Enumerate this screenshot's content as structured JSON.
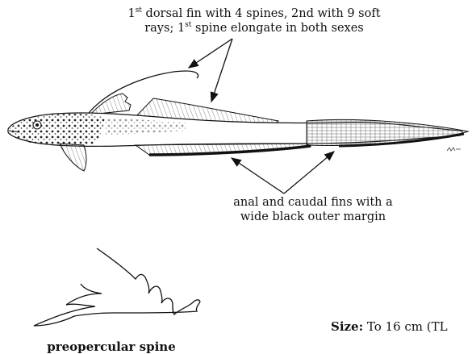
{
  "annotations": {
    "dorsal": {
      "line1_pre": "1",
      "line1_sup": "st",
      "line1_post": " dorsal fin with 4 spines, 2nd with 9 soft",
      "line2_pre": "rays; 1",
      "line2_sup": "st",
      "line2_post": "  spine elongate in both sexes"
    },
    "anal": {
      "line1": "anal and caudal fins with a",
      "line2": "wide  black outer margin"
    }
  },
  "captions": {
    "spine": "preopercular spine",
    "size_label": "Size:",
    "size_value": " To 16 cm (TL"
  },
  "colors": {
    "ink": "#111111",
    "background": "#ffffff"
  }
}
